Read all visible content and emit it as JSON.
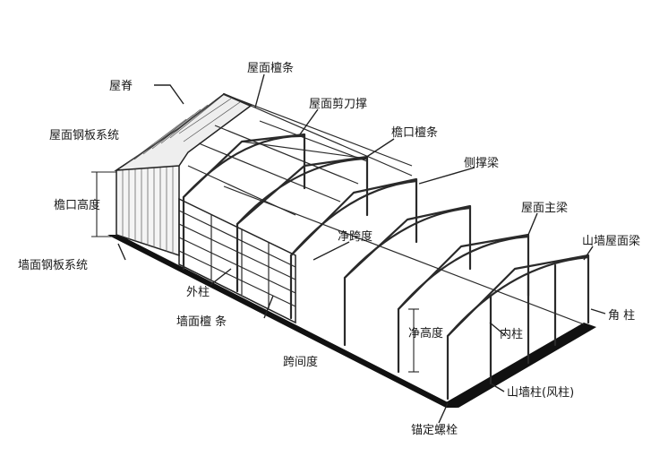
{
  "labels": {
    "ridge": "屋脊",
    "roof_purlin": "屋面檀条",
    "roof_bracing": "屋面剪刀撑",
    "roof_panel_system": "屋面钢板系统",
    "eave_purlin": "檐口檀条",
    "side_strut_beam": "侧撑梁",
    "eave_height": "檐口高度",
    "roof_main_beam": "屋面主梁",
    "gable_roof_beam": "山墙屋面梁",
    "clear_span": "净跨度",
    "wall_panel_system": "墙面钢板系统",
    "outer_column": "外柱",
    "wall_purlin": "墙面檀 条",
    "corner_column": "角 柱",
    "clear_height": "净高度",
    "inner_column": "内柱",
    "span": "跨间度",
    "gable_column": "山墙柱(风柱)",
    "anchor_bolt": "锚定螺栓"
  }
}
